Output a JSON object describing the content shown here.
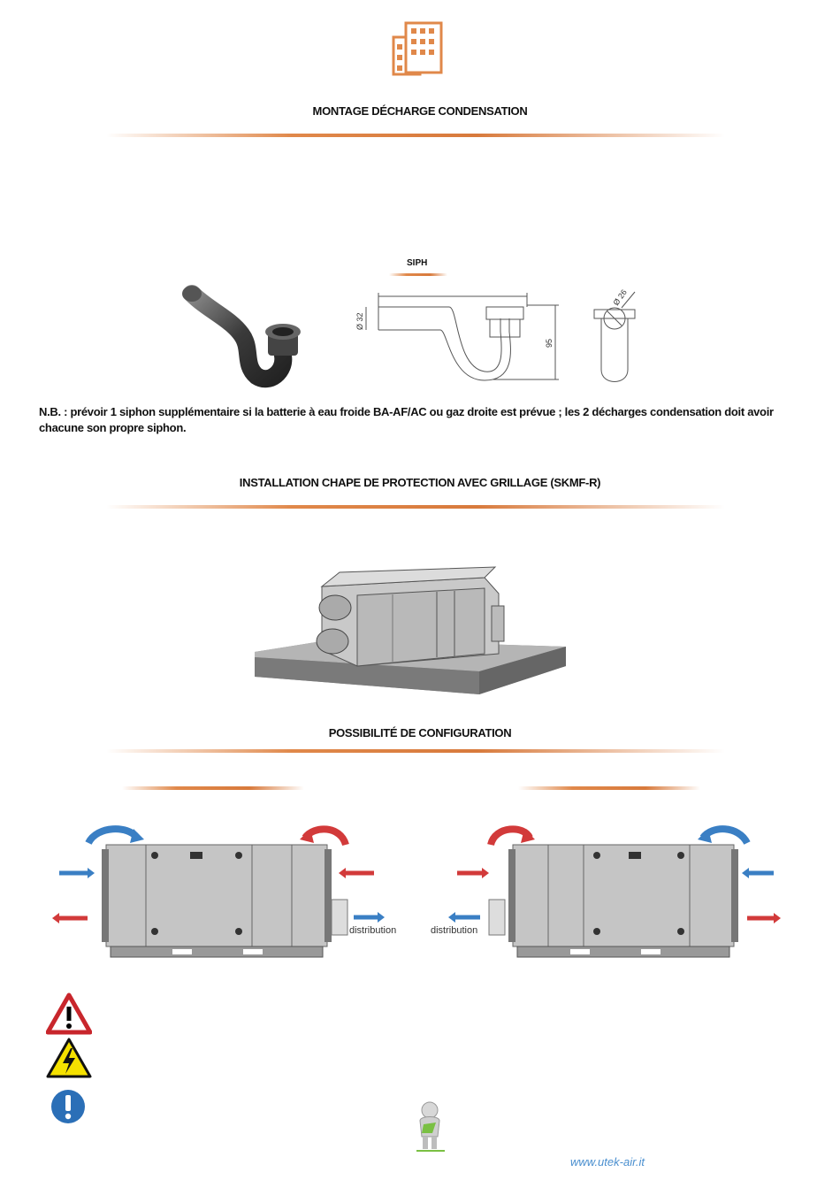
{
  "headings": {
    "condensation": "MONTAGE DÉCHARGE CONDENSATION",
    "chape": "INSTALLATION CHAPE DE PROTECTION AVEC GRILLAGE (SKMF-R)",
    "configuration": "POSSIBILITÉ DE CONFIGURATION"
  },
  "siph": {
    "label": "SIPH",
    "dim_diameter_32": "Ø 32",
    "dim_height": "95",
    "dim_diameter_26": "Ø 26"
  },
  "note": "N.B. : prévoir 1 siphon supplémentaire si la batterie à eau froide BA-AF/AC ou gaz droite est prévue ; les 2 décharges condensation doit avoir chacune son propre siphon.",
  "config": {
    "left_distribution": "distribution",
    "right_distribution": "distribution"
  },
  "icons": [
    "building-logo-icon",
    "warning-icon",
    "electric-hazard-icon",
    "info-icon",
    "mascot-icon"
  ],
  "footer": {
    "url": "www.utek-air.it"
  },
  "colors": {
    "accent": "#e0884a",
    "arrow_blue": "#3a7fc4",
    "arrow_red": "#d23a3a",
    "link": "#4a8fcf"
  }
}
